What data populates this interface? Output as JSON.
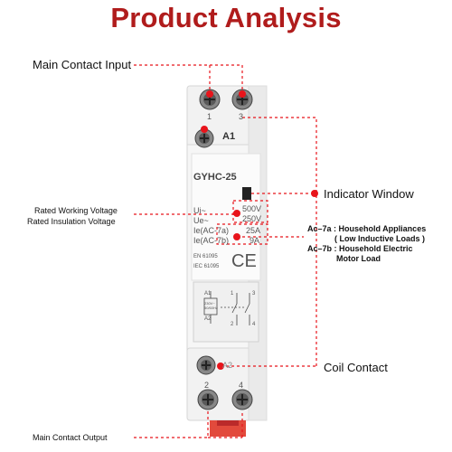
{
  "title": "Product Analysis",
  "labels": {
    "main_contact_input": "Main Contact Input",
    "indicator_window": "Indicator Window",
    "rated_working_voltage": "Rated Working Voltage",
    "rated_insulation_voltage": "Rated Insulation Voltage",
    "ac7a_line1": "Ac–7a : Household Appliances",
    "ac7a_line2": "( Low Inductive Loads )",
    "ac7b_line1": "Ac–7b : Household Electric",
    "ac7b_line2": "Motor Load",
    "coil_contact": "Coil Contact",
    "main_contact_output": "Main Contact Output"
  },
  "device": {
    "terminal_top_left": "1",
    "terminal_top_right": "3",
    "coil_top": "A1",
    "model": "GYHC-25",
    "ui_label": "Ui~",
    "ue_label": "Ue~",
    "ui_value": "500V",
    "ue_value": "250V",
    "ie7a_label": "Ie(AC-7a)",
    "ie7b_label": "Ie(AC-7b)",
    "ie7a_value": "25A",
    "ie7b_value": "9A",
    "std1": "EN 61095",
    "std2": "IEC 61095",
    "ce": "CE",
    "schem_a1": "A1",
    "schem_a2": "A2",
    "schem_1": "1",
    "schem_3": "3",
    "schem_2": "2",
    "schem_4": "4",
    "schem_coil_v1": "230V~",
    "schem_coil_v2": "50/60Hz",
    "coil_bottom": "A2",
    "terminal_bottom_left": "2",
    "terminal_bottom_right": "4"
  },
  "colors": {
    "accent_red": "#b01c1c",
    "marker_red": "#e8141b",
    "body": "#f4f4f4"
  }
}
